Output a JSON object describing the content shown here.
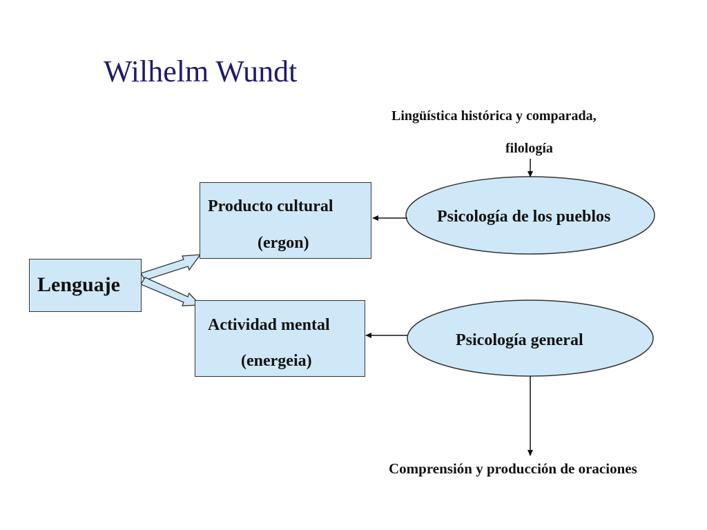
{
  "title": "Wilhelm Wundt",
  "colors": {
    "box_fill": "#cfe8f7",
    "title_color": "#1f1a6e",
    "stroke": "#333333"
  },
  "nodes": {
    "lenguaje": "Lenguaje",
    "producto_cultural": {
      "line1": "Producto cultural",
      "line2": "(ergon)"
    },
    "actividad_mental": {
      "line1": "Actividad mental",
      "line2": "(energeia)"
    },
    "psicologia_pueblos": "Psicología de los pueblos",
    "psicologia_general": "Psicología general"
  },
  "annotations": {
    "top_line1": "Lingüística histórica y comparada,",
    "top_line2": "filología",
    "bottom": "Comprensión y producción de oraciones"
  }
}
